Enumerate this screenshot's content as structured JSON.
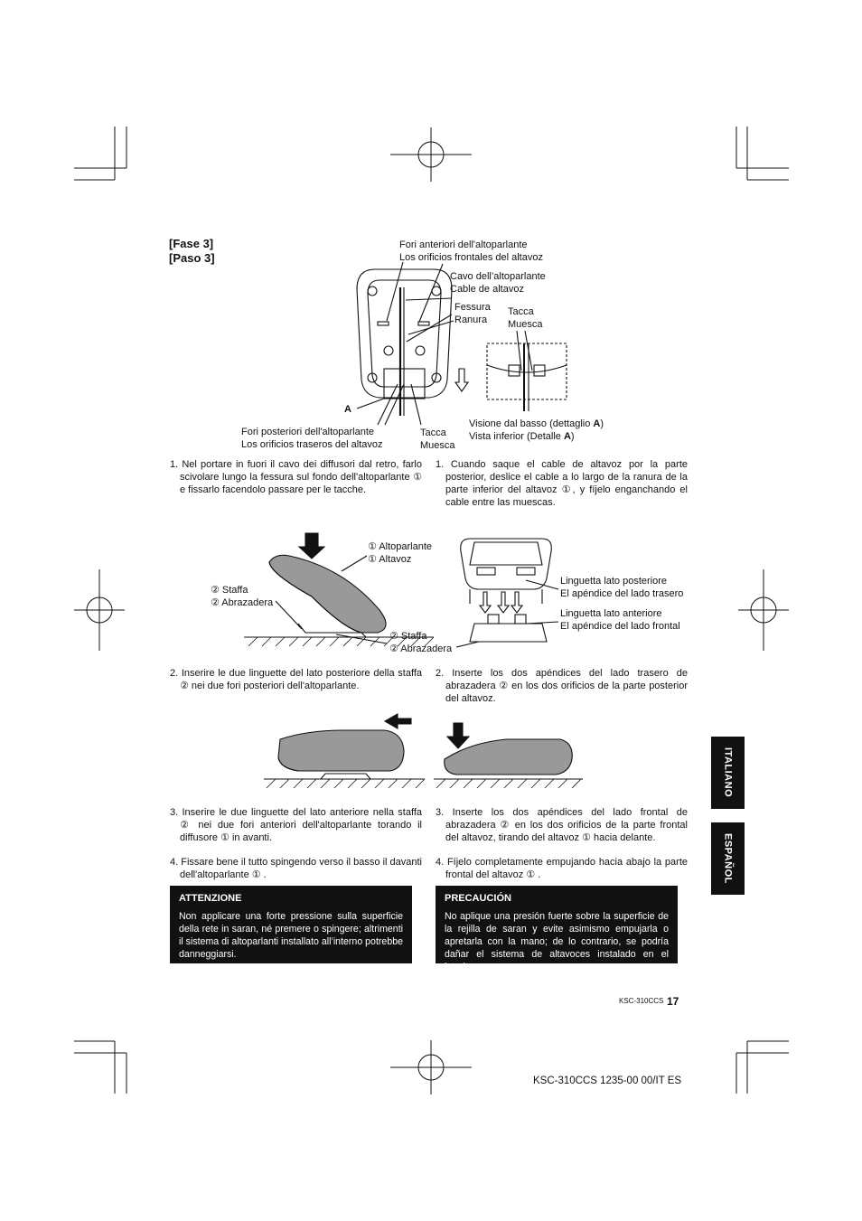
{
  "header": {
    "fase": "[Fase 3]",
    "paso": "[Paso 3]"
  },
  "fig1": {
    "front_holes_it": "Fori anteriori dell'altoparlante",
    "front_holes_es": "Los orificios frontales del altavoz",
    "cable_it": "Cavo dell’altoparlante",
    "cable_es": "Cable de altavoz",
    "slot_it": "Fessura",
    "slot_es": "Ranura",
    "notch_it": "Tacca",
    "notch_es": "Muesca",
    "notch2_it": "Tacca",
    "notch2_es": "Muesca",
    "detail_label": "A",
    "rear_holes_it": "Fori posteriori dell'altoparlante",
    "rear_holes_es": "Los orificios traseros del altavoz",
    "bottom_view_it": "Visione dal basso (dettaglio ",
    "bottom_view_it_bold": "A",
    "bottom_view_it_end": ")",
    "bottom_view_es": "Vista inferior (Detalle ",
    "bottom_view_es_bold": "A",
    "bottom_view_es_end": ")"
  },
  "steps": {
    "it1": "1. Nel portare in fuori il cavo dei diffusori dal retro, farlo scivolare lungo la fessura sul fondo dell'altoparlante ① e fissarlo facendolo passare per le tacche.",
    "es1": "1. Cuando saque el cable de altavoz por la parte posterior, deslice el cable a lo largo de la ranura de la parte inferior del altavoz ①, y fíjelo enganchando el cable entre las muescas.",
    "it2": "2. Inserire le due linguette del lato posteriore della staffa ② nei due fori posteriori dell'altoparlante.",
    "es2": "2. Inserte los dos apéndices del lado trasero de abrazadera ② en los dos orificios de la parte posterior del altavoz.",
    "it3": "3. Inserire le due linguette del lato anteriore nella staffa ② nei due fori anteriori dell'altoparlante torando il diffusore ① in avanti.",
    "es3": "3. Inserte los dos apéndices del lado frontal de abrazadera ② en los dos orificios de la parte frontal del altavoz, tirando del altavoz ①  hacia delante.",
    "it4": "4. Fissare bene il tutto spingendo verso il basso il davanti dell'altoparlante ① .",
    "es4": "4. Fíjelo completamente empujando hacia abajo la parte frontal del altavoz ①  ."
  },
  "fig2": {
    "speaker_it": "① Altoparlante",
    "speaker_es": "① Altavoz",
    "bracket_it": "② Staffa",
    "bracket_es": "② Abrazadera",
    "bracket2_it": "② Staffa",
    "bracket2_es": "② Abrazadera",
    "rear_tab_it": "Linguetta lato posteriore",
    "rear_tab_es": "El apéndice del lado trasero",
    "front_tab_it": "Linguetta lato anteriore",
    "front_tab_es": "El apéndice del lado frontal"
  },
  "warning_it": {
    "title": "ATTENZIONE",
    "body": "Non applicare una forte pressione sulla superficie della rete in saran, né premere o spingere; altrimenti il sistema di altoparlanti installato all’interno potrebbe danneggiarsi."
  },
  "warning_es": {
    "title": "PRECAUCIÓN",
    "body": "No aplique una presión fuerte sobre la superficie de la rejilla de saran y evite asimismo empujarla o apretarla con la mano; de lo contrario, se podría dañar el sistema de altavoces instalado en el interior."
  },
  "side_tabs": {
    "italiano": "ITALIANO",
    "espanol": "ESPAÑOL"
  },
  "page": {
    "model_small": "KSC-310CCS",
    "number": "17"
  },
  "footer": "KSC-310CCS  1235-00 00/IT ES",
  "colors": {
    "text": "#111111",
    "box": "#111111",
    "speaker_fill": "#999999"
  },
  "icons": [
    "registration-mark-icon",
    "crop-mark-icon",
    "down-arrow-icon",
    "left-arrow-icon"
  ]
}
